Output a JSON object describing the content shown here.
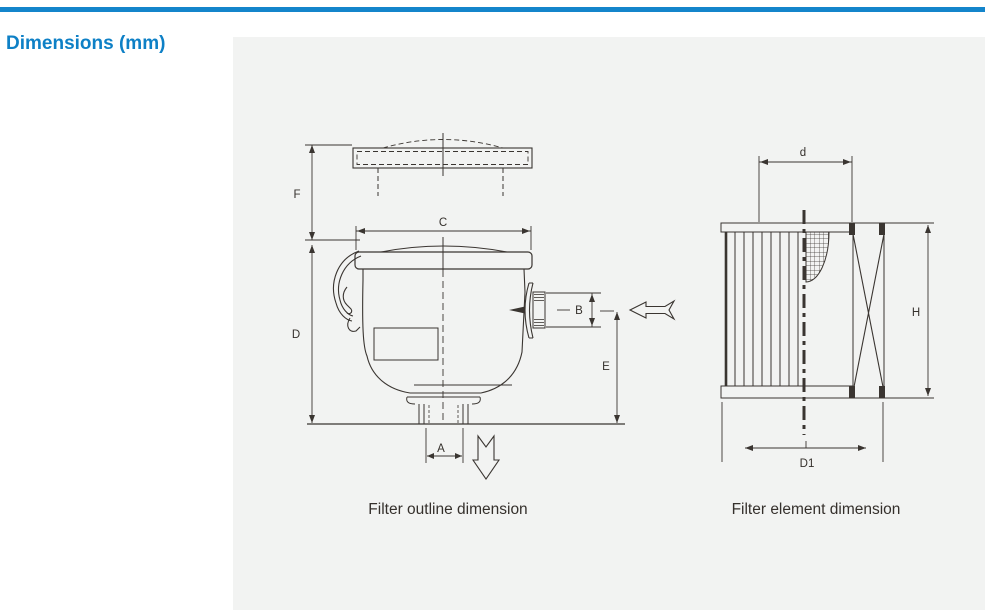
{
  "page": {
    "title": "Dimensions (mm)"
  },
  "colors": {
    "accent": "#0e80c6",
    "top_rule": "#1485cb",
    "panel_bg": "#f2f3f2",
    "line": "#3a3531",
    "text": "#35302c"
  },
  "outline_figure": {
    "caption": "Filter outline dimension",
    "dims": {
      "F": "F",
      "C": "C",
      "D": "D",
      "B": "B",
      "E": "E",
      "A": "A"
    }
  },
  "element_figure": {
    "caption": "Filter element dimension",
    "dims": {
      "d": "d",
      "H": "H",
      "D1": "D1"
    }
  }
}
